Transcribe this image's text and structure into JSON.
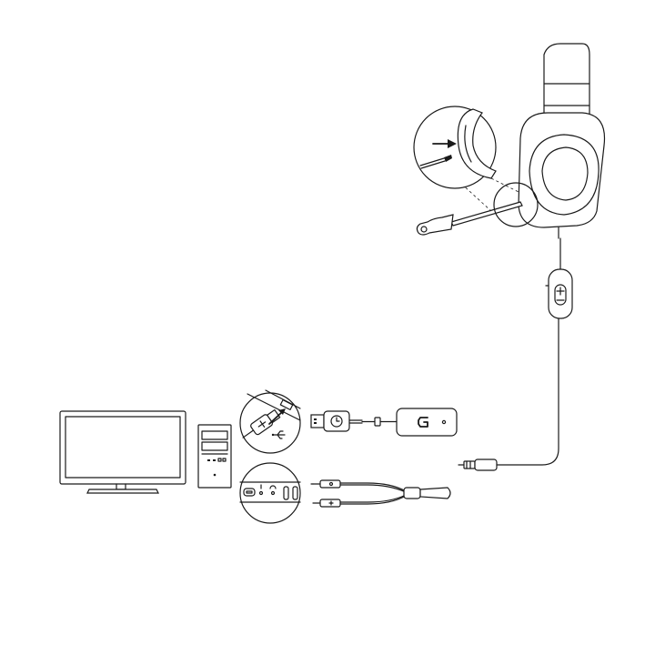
{
  "diagram": {
    "components": [
      {
        "id": "monitor",
        "icon": "monitor-icon"
      },
      {
        "id": "pc-tower",
        "icon": "desktop-tower-icon"
      },
      {
        "id": "usb-adapter",
        "icon": "usb-adapter-icon"
      },
      {
        "id": "logo",
        "icon": "g-logo-icon"
      },
      {
        "id": "headset",
        "icon": "headset-icon"
      },
      {
        "id": "boom-mic",
        "icon": "microphone-icon"
      },
      {
        "id": "inline-control",
        "icon": "volume-control-icon"
      },
      {
        "id": "audio-splitter",
        "icon": "splitter-cable-icon"
      },
      {
        "id": "jack-35mm",
        "icon": "audio-jack-icon"
      }
    ],
    "callouts": [
      {
        "id": "mic-insert-detail",
        "icon": "arrow-right-icon"
      },
      {
        "id": "usb-port-detail",
        "icon": "usb-icon"
      },
      {
        "id": "audio-ports-detail",
        "icon": "headphone-icon"
      }
    ]
  }
}
